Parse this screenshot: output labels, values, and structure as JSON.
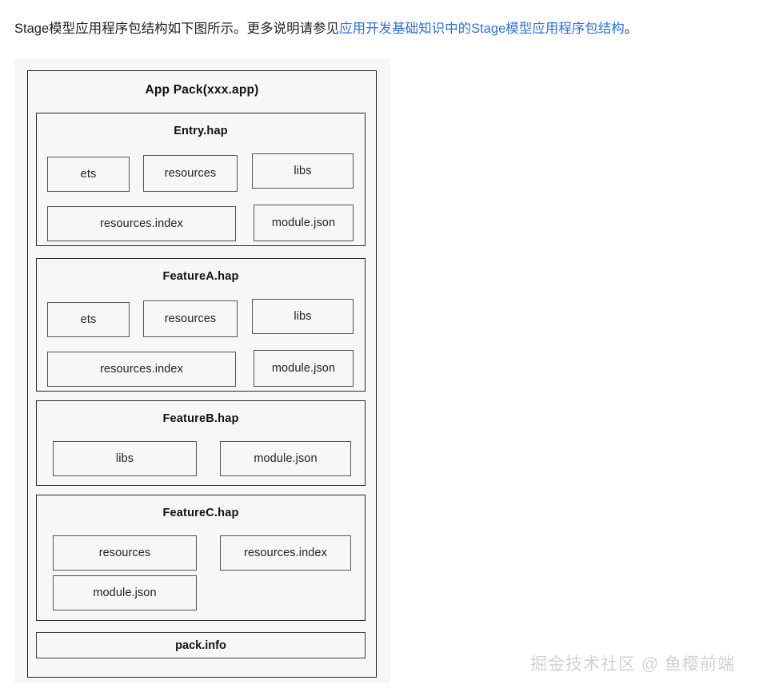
{
  "intro": {
    "text_before": "Stage模型应用程序包结构如下图所示。更多说明请参见",
    "link_text": "应用开发基础知识中的Stage模型应用程序包结构",
    "text_after": "。",
    "link_color": "#2f6fe0"
  },
  "diagram": {
    "root_title": "App Pack(xxx.app)",
    "modules": [
      {
        "title": "Entry.hap",
        "rows": [
          [
            "ets",
            "resources",
            "libs"
          ],
          [
            "resources.index",
            "module.json"
          ]
        ]
      },
      {
        "title": "FeatureA.hap",
        "rows": [
          [
            "ets",
            "resources",
            "libs"
          ],
          [
            "resources.index",
            "module.json"
          ]
        ]
      },
      {
        "title": "FeatureB.hap",
        "rows": [
          [
            "libs",
            "module.json"
          ]
        ]
      },
      {
        "title": "FeatureC.hap",
        "rows": [
          [
            "resources",
            "resources.index"
          ],
          [
            "module.json"
          ]
        ]
      }
    ],
    "pack_info": "pack.info"
  },
  "watermark": {
    "text": "掘金技术社区 @ 鱼樱前端"
  }
}
